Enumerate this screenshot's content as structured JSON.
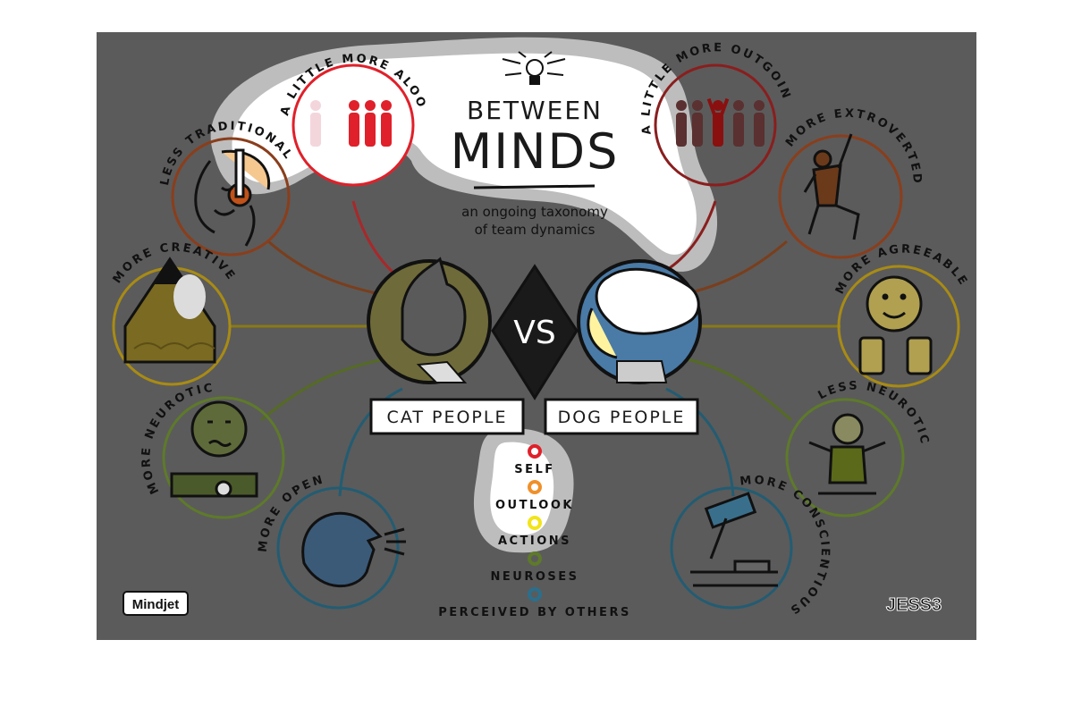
{
  "title": {
    "line1": "BETWEEN",
    "line2": "MINDS",
    "subtitle_line1": "an ongoing taxonomy",
    "subtitle_line2": "of team dynamics"
  },
  "center": {
    "cat_label": "CAT PEOPLE",
    "dog_label": "DOG PEOPLE",
    "vs_label": "VS"
  },
  "traits": {
    "aloof": "A LITTLE MORE ALOOF",
    "outgoing": "A LITTLE MORE OUTGOING",
    "traditional": "LESS TRADITIONAL",
    "extroverted": "MORE EXTROVERTED",
    "creative": "MORE CREATIVE",
    "agreeable": "MORE AGREEABLE",
    "more_neurotic": "MORE NEUROTIC",
    "less_neurotic": "LESS NEUROTIC",
    "open": "MORE OPEN",
    "conscientious": "MORE CONSCIENTIOUS"
  },
  "legend": {
    "items": [
      {
        "label": "SELF",
        "color": "#e0202a"
      },
      {
        "label": "OUTLOOK",
        "color": "#f0902a"
      },
      {
        "label": "ACTIONS",
        "color": "#f2e41a"
      },
      {
        "label": "NEUROSES",
        "color": "#5e7a2a"
      },
      {
        "label": "PERCEIVED BY OTHERS",
        "color": "#2a6f8c"
      }
    ]
  },
  "logos": {
    "left": "Mindjet",
    "right": "JESS3"
  },
  "colors": {
    "panel": "#5b5b5b",
    "self": "#e0202a",
    "outlook": "#c0521a",
    "actions": "#a88b14",
    "neuroses": "#5e7a2a",
    "perceived": "#2a6f8c"
  }
}
